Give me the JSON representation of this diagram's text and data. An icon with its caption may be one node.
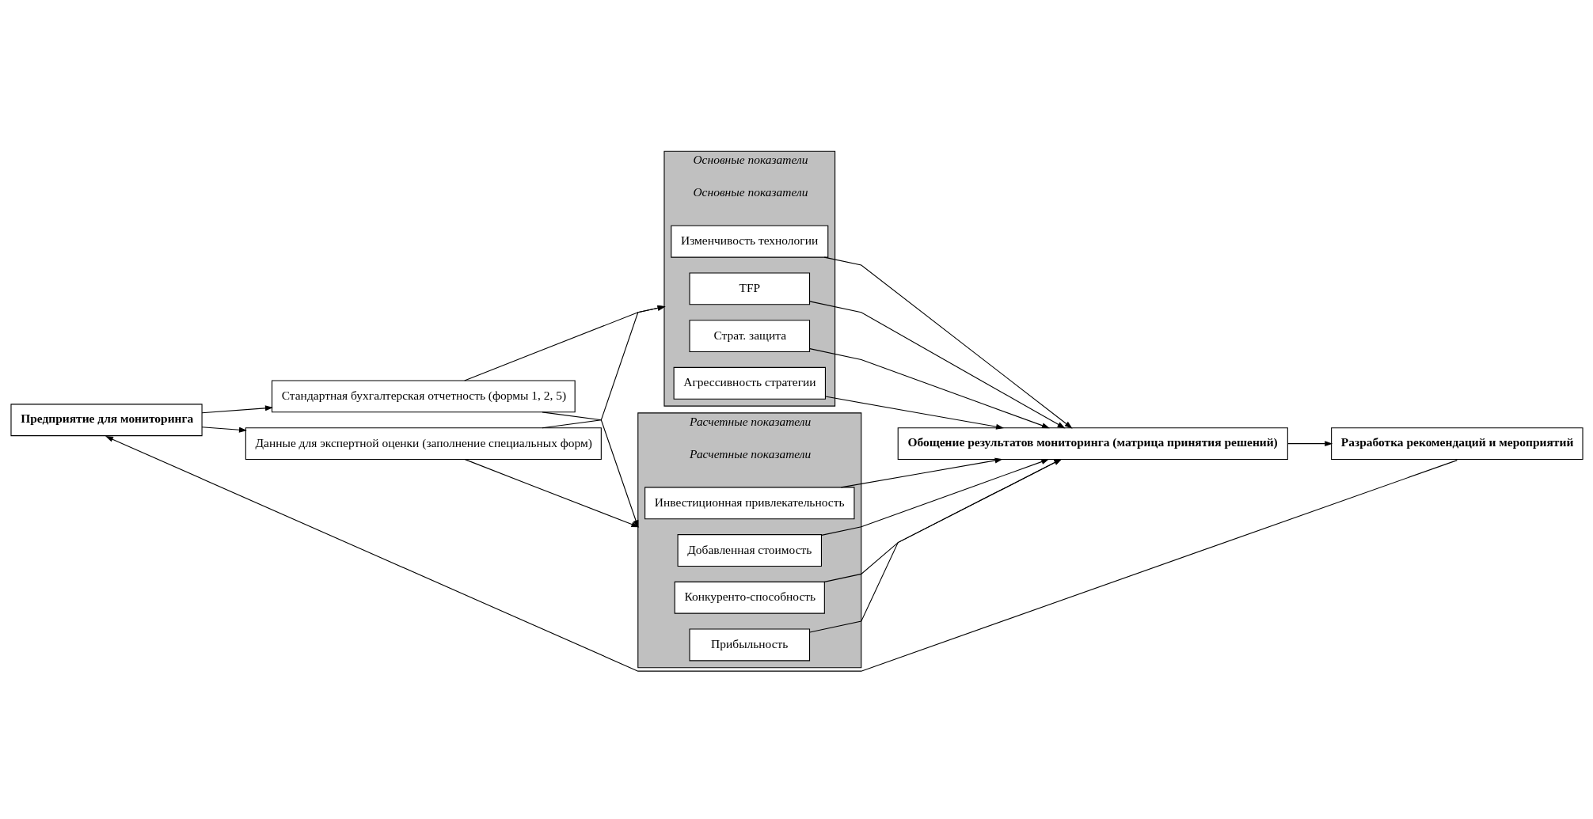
{
  "diagram": {
    "nodes": [
      {
        "text": [
          "Предприятие для мониторинга"
        ]
      },
      {
        "text": [
          "Стандартная бухгалтерская отчетность (формы 1, 2, 5)"
        ]
      },
      {
        "text": [
          "Данные для экспертной оценки (заполнение специальных форм)"
        ]
      },
      {
        "text": [
          "Основные показатели",
          "Основные показатели"
        ]
      },
      {
        "text": [
          "TFP"
        ],
        "in": 3
      },
      {
        "text": [
          "Изменчивость технологии"
        ],
        "in": 3
      },
      {
        "text": [
          "Агрессивность стратегии"
        ],
        "in": 3
      },
      {
        "text": [
          "Страт. защита"
        ],
        "in": 3
      },
      {
        "text": [
          "Расчетные показатели",
          "Расчетные показатели"
        ]
      },
      {
        "text": [
          "Добавленная стоимость"
        ],
        "in": 8
      },
      {
        "text": [
          "Инвестиционная привлекательность"
        ],
        "in": 8
      },
      {
        "text": [
          "Прибыльность"
        ],
        "in": 8
      },
      {
        "text": [
          "Конкуренто-способность"
        ],
        "in": 8
      },
      {
        "text": [
          "Обощение результатов мониторинга (матрица принятия решений)"
        ]
      },
      {
        "text": [
          "Разработка рекомендаций и мероприятий"
        ]
      }
    ],
    "edges": [
      {
        "from": 0,
        "to": 1,
        "arrow": "to"
      },
      {
        "from": 0,
        "to": 2,
        "arrow": "to"
      },
      {
        "from": 1,
        "to": 3,
        "arrow": "to"
      },
      {
        "from": 1,
        "to": 8,
        "arrow": "to"
      },
      {
        "from": 2,
        "to": 3,
        "arrow": "to"
      },
      {
        "from": 2,
        "to": 8,
        "arrow": "to"
      },
      {
        "from": 4,
        "to": 13,
        "arrow": "to"
      },
      {
        "from": 5,
        "to": 13,
        "arrow": "to"
      },
      {
        "from": 6,
        "to": 13,
        "arrow": "to"
      },
      {
        "from": 7,
        "to": 13,
        "arrow": "to"
      },
      {
        "from": 9,
        "to": 13,
        "arrow": "to"
      },
      {
        "from": 10,
        "to": 13,
        "arrow": "to"
      },
      {
        "from": 11,
        "to": 13,
        "arrow": "to"
      },
      {
        "from": 12,
        "to": 13,
        "arrow": "to"
      },
      {
        "from": 13,
        "to": 14,
        "arrow": "to"
      },
      {
        "from": 14,
        "to": 0,
        "arrow": "to"
      }
    ]
  }
}
